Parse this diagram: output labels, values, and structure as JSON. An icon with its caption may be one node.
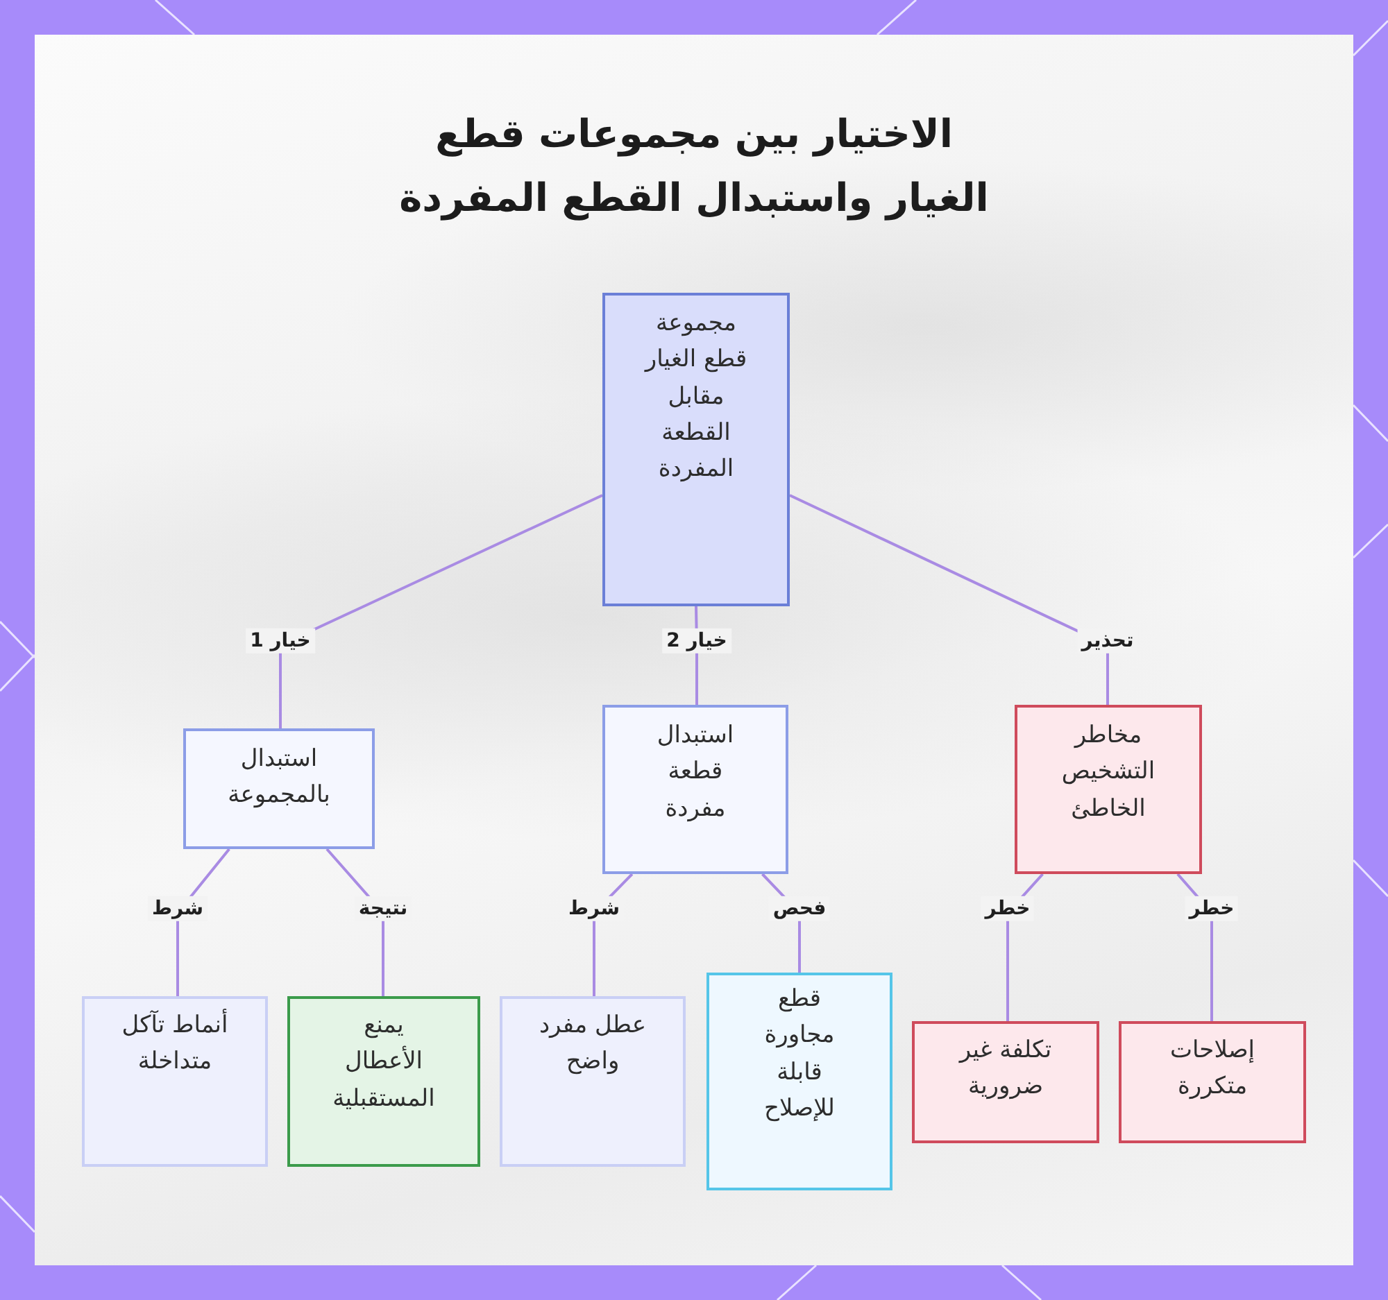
{
  "diagram": {
    "title": "الاختيار بين مجموعات قطع الغيار واستبدال القطع المفردة",
    "nodes": [
      {
        "text": [
          "مجموعة قطع الغيار مقابل القطعة المفردة"
        ]
      },
      {
        "text": [
          "استبدال بالمجموعة"
        ]
      },
      {
        "text": [
          "استبدال قطعة مفردة"
        ]
      },
      {
        "text": [
          "مخاطر التشخيص الخاطئ"
        ]
      },
      {
        "text": [
          "أنماط تآكل متداخلة"
        ]
      },
      {
        "text": [
          "يمنع الأعطال المستقبلية"
        ]
      },
      {
        "text": [
          "عطل مفرد واضح"
        ]
      },
      {
        "text": [
          "قطع مجاورة قابلة للإصلاح"
        ]
      },
      {
        "text": [
          "تكلفة غير ضرورية"
        ]
      },
      {
        "text": [
          "إصلاحات متكررة"
        ]
      }
    ],
    "edges": [
      {
        "from": 0,
        "to": 1,
        "arrow": "none",
        "label": "خيار 1"
      },
      {
        "from": 0,
        "to": 2,
        "arrow": "none",
        "label": "خيار 2"
      },
      {
        "from": 0,
        "to": 3,
        "arrow": "none",
        "label": "تحذير"
      },
      {
        "from": 1,
        "to": 4,
        "arrow": "none",
        "label": "شرط"
      },
      {
        "from": 1,
        "to": 5,
        "arrow": "none",
        "label": "نتيجة"
      },
      {
        "from": 2,
        "to": 6,
        "arrow": "none",
        "label": "شرط"
      },
      {
        "from": 2,
        "to": 7,
        "arrow": "none",
        "label": "فحص"
      },
      {
        "from": 3,
        "to": 8,
        "arrow": "none",
        "label": "خطر"
      },
      {
        "from": 3,
        "to": 9,
        "arrow": "none",
        "label": "خطر"
      }
    ]
  }
}
